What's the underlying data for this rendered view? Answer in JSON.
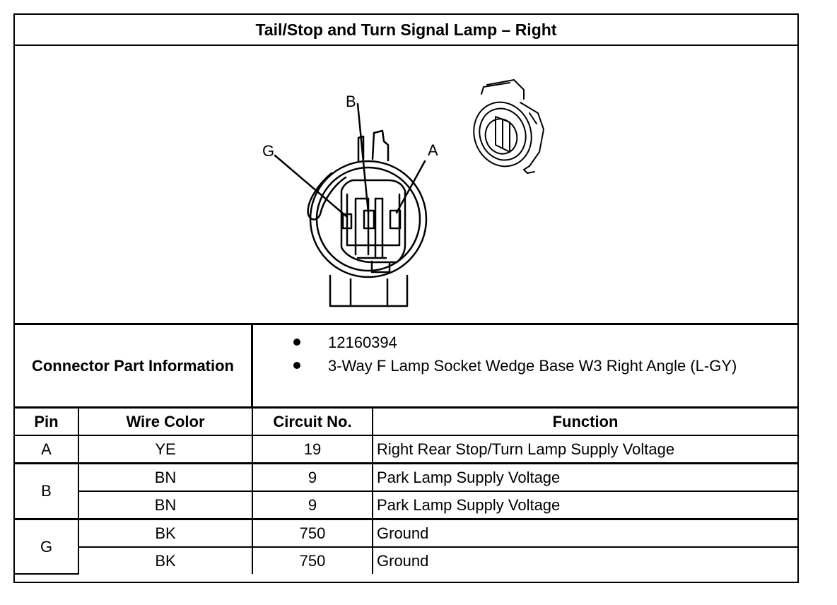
{
  "title": "Tail/Stop and Turn Signal Lamp – Right",
  "diagram": {
    "pin_labels": {
      "b": "B",
      "g": "G",
      "a": "A"
    }
  },
  "connector_info": {
    "label": "Connector Part Information",
    "items": [
      "12160394",
      "3-Way F Lamp Socket Wedge Base W3 Right Angle (L-GY)"
    ]
  },
  "pin_table": {
    "headers": {
      "pin": "Pin",
      "wire_color": "Wire Color",
      "circuit": "Circuit No.",
      "function": "Function"
    },
    "groups": [
      {
        "pin": "A",
        "rows": [
          {
            "wire_color": "YE",
            "circuit": "19",
            "function": "Right Rear Stop/Turn Lamp Supply Voltage"
          }
        ]
      },
      {
        "pin": "B",
        "rows": [
          {
            "wire_color": "BN",
            "circuit": "9",
            "function": "Park Lamp Supply Voltage"
          },
          {
            "wire_color": "BN",
            "circuit": "9",
            "function": "Park Lamp Supply Voltage"
          }
        ]
      },
      {
        "pin": "G",
        "rows": [
          {
            "wire_color": "BK",
            "circuit": "750",
            "function": "Ground"
          },
          {
            "wire_color": "BK",
            "circuit": "750",
            "function": "Ground"
          }
        ]
      }
    ]
  }
}
